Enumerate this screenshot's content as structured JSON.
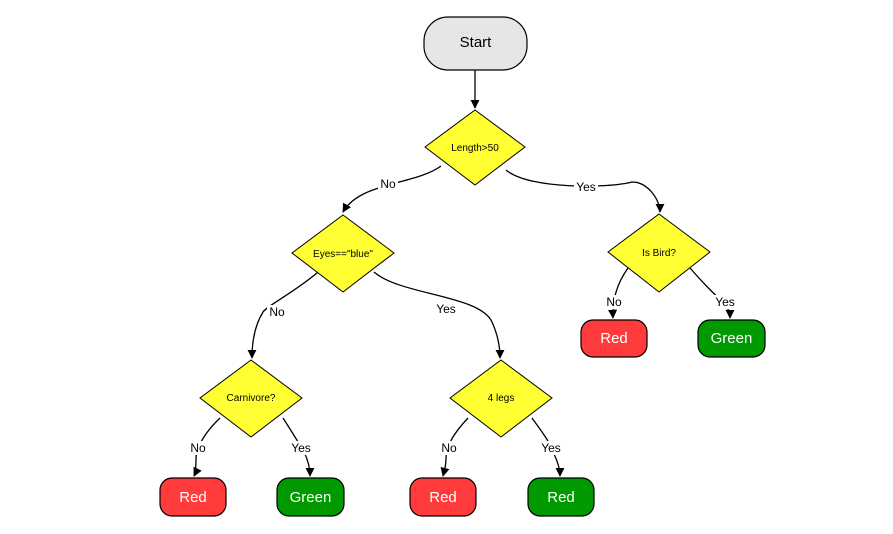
{
  "start": {
    "label": "Start"
  },
  "decisions": {
    "length": "Length>50",
    "eyes": "Eyes==\"blue\"",
    "bird": "Is Bird?",
    "carnivore": "Carnivore?",
    "legs": "4 legs"
  },
  "edges": {
    "length_no": "No",
    "length_yes": "Yes",
    "eyes_no": "No",
    "eyes_yes": "Yes",
    "bird_no": "No",
    "bird_yes": "Yes",
    "carnivore_no": "No",
    "carnivore_yes": "Yes",
    "legs_no": "No",
    "legs_yes": "Yes"
  },
  "leaves": {
    "bird_no": "Red",
    "bird_yes": "Green",
    "carnivore_no": "Red",
    "carnivore_yes": "Green",
    "legs_no": "Red",
    "legs_yes": "Red"
  },
  "colors": {
    "start_fill": "#e6e6e6",
    "decision_fill": "#ffff33",
    "red": "#ff3b3b",
    "green": "#009900"
  }
}
